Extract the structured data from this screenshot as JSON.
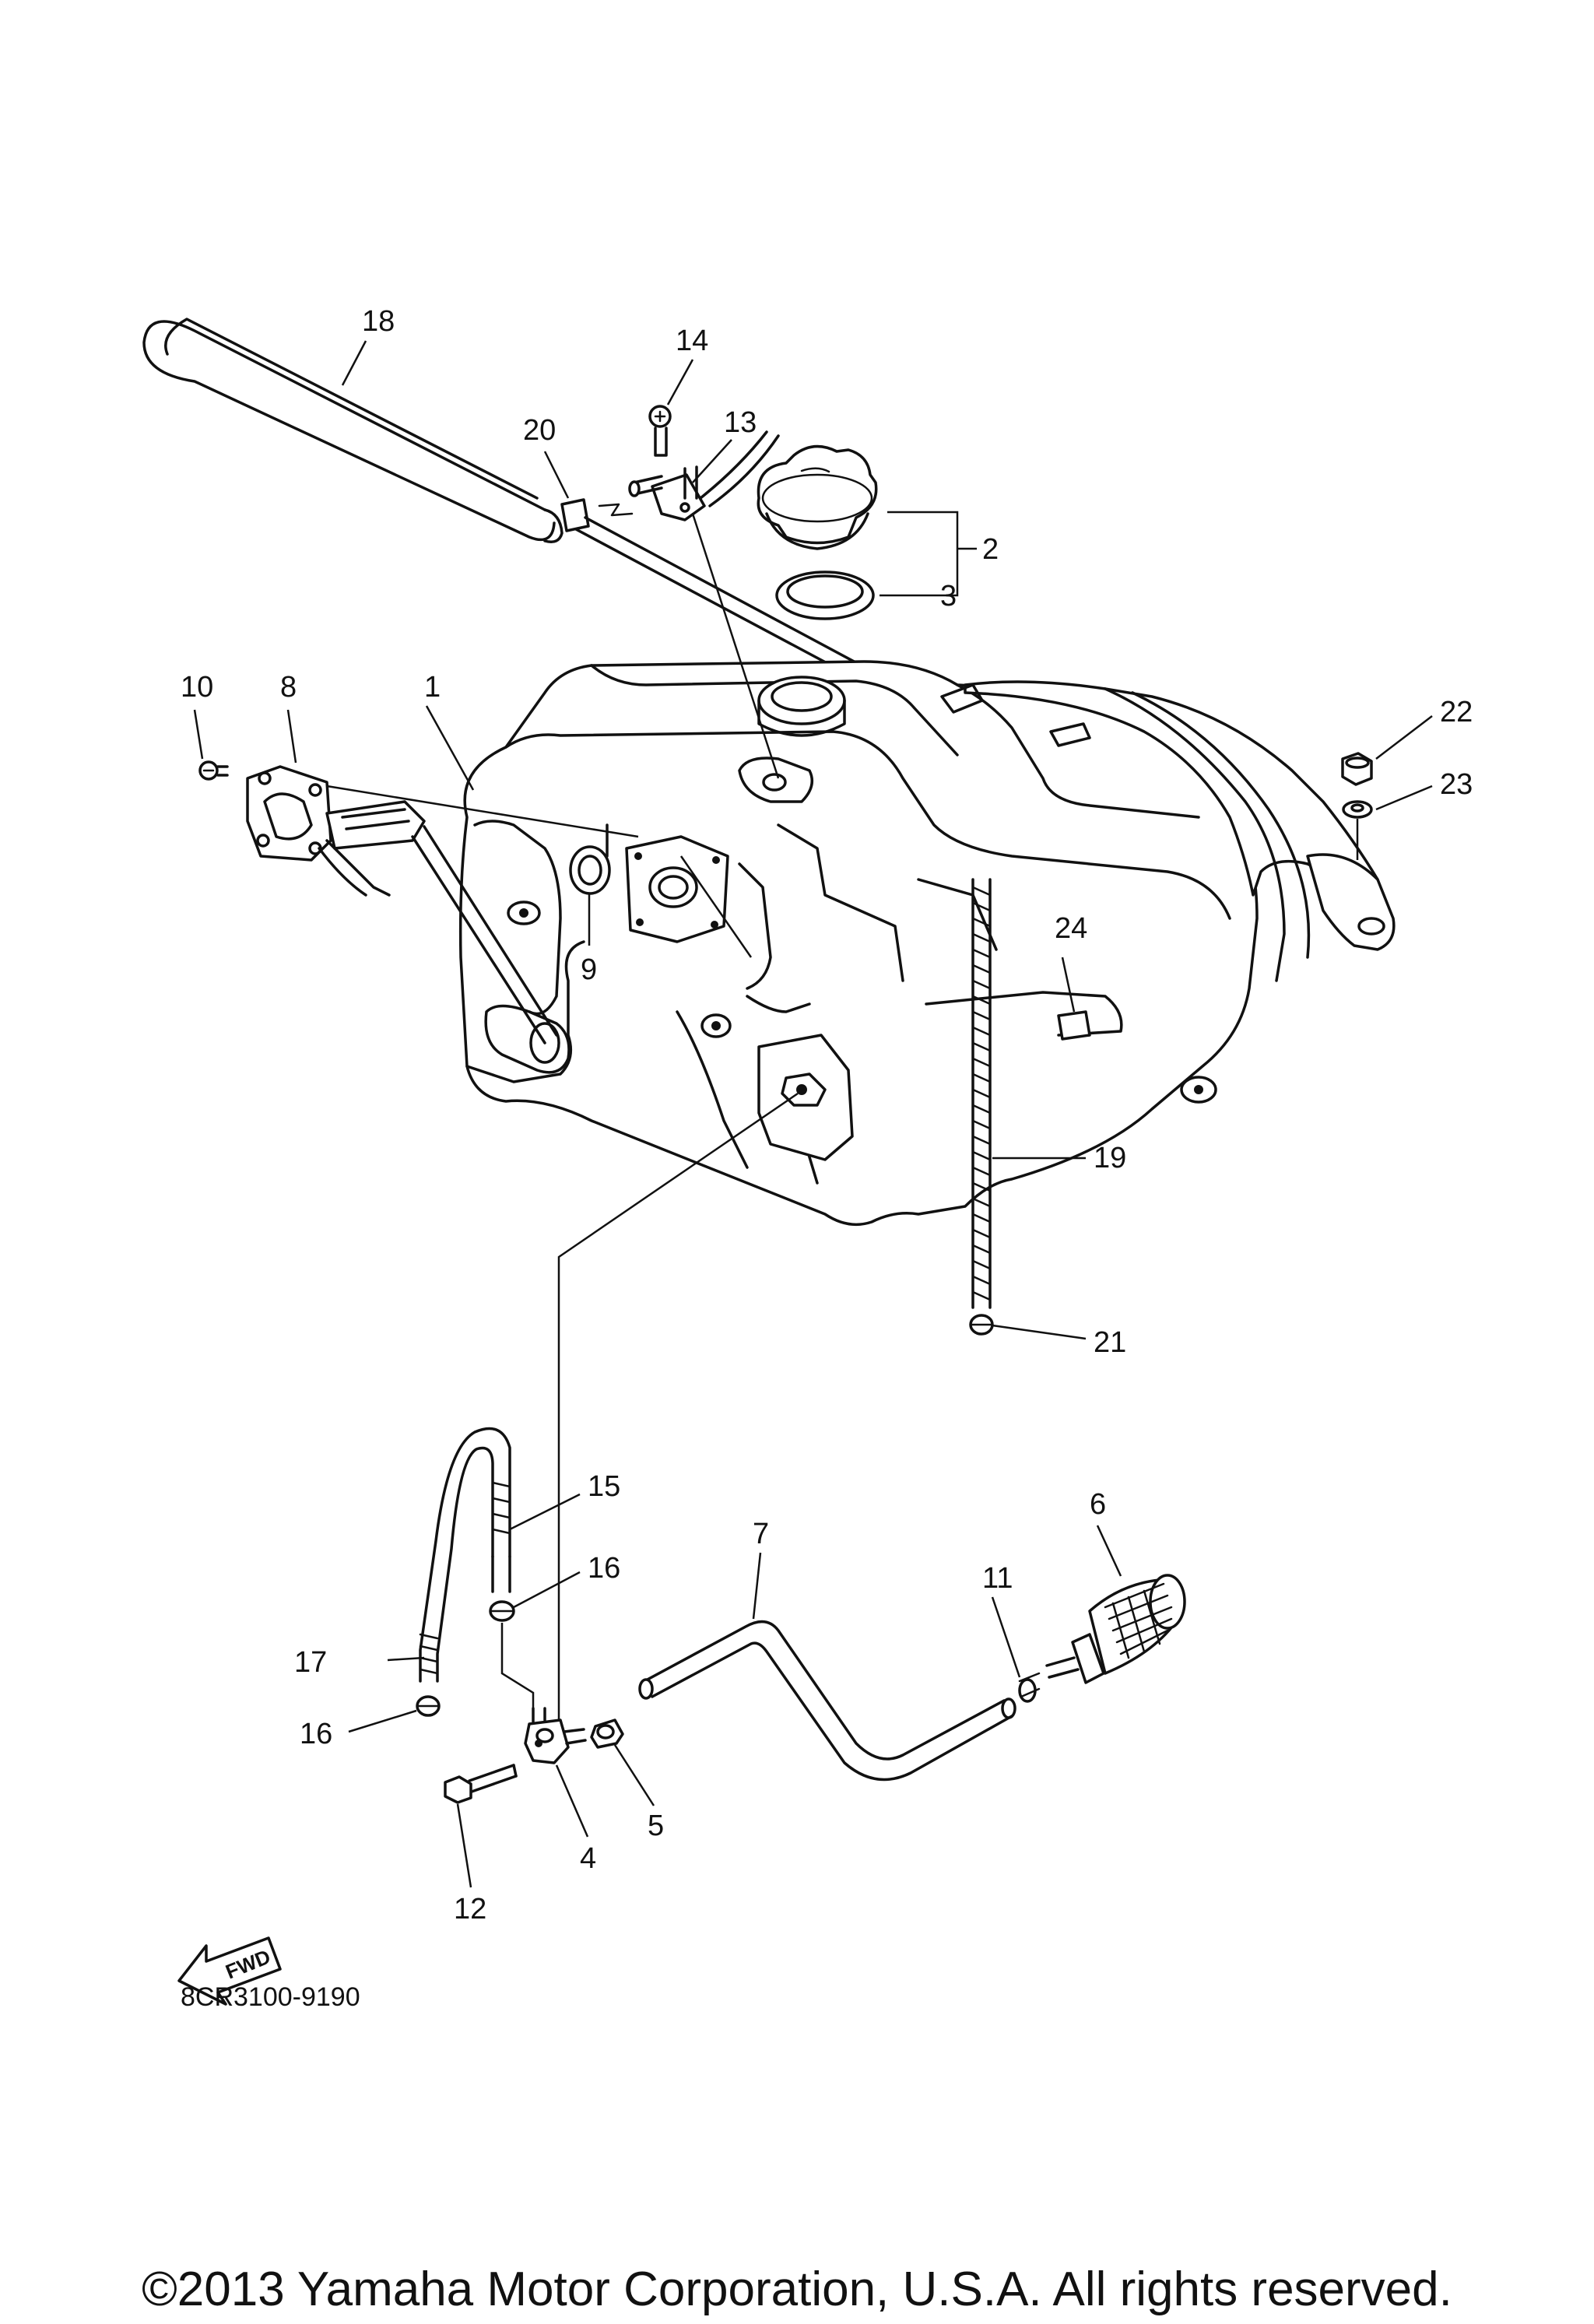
{
  "diagram": {
    "part_code": "8CR3100-9190",
    "copyright": "©2013 Yamaha Motor Corporation, U.S.A. All rights reserved.",
    "fwd_label": "FWD",
    "callouts": [
      "1",
      "2",
      "3",
      "4",
      "5",
      "6",
      "7",
      "8",
      "9",
      "10",
      "11",
      "12",
      "13",
      "14",
      "15",
      "16",
      "16",
      "17",
      "18",
      "19",
      "20",
      "21",
      "22",
      "23",
      "24"
    ]
  }
}
